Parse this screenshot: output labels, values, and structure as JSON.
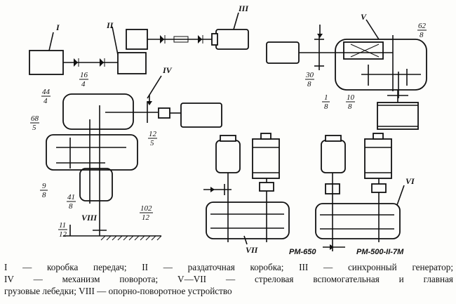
{
  "diagram": {
    "labels": {
      "unit_I": "I",
      "unit_II": "II",
      "unit_III": "III",
      "unit_IV": "IV",
      "unit_V": "V",
      "unit_VI": "VI",
      "unit_VII": "VII",
      "unit_VIII": "VIII",
      "f_16_4": [
        "16",
        "4"
      ],
      "f_44_4": [
        "44",
        "4"
      ],
      "f_68_5": [
        "68",
        "5"
      ],
      "f_12_5": [
        "12",
        "5"
      ],
      "f_9_8": [
        "9",
        "8"
      ],
      "f_41_8": [
        "41",
        "8"
      ],
      "f_102_12": [
        "102",
        "12"
      ],
      "f_11_12": [
        "11",
        "12"
      ],
      "f_62_8": [
        "62",
        "8"
      ],
      "f_30_8": [
        "30",
        "8"
      ],
      "f_1_8": [
        "1",
        "8"
      ],
      "f_10_8": [
        "10",
        "8"
      ],
      "model_pm650": "РМ-650",
      "model_pm500": "РМ-500-II-7М"
    }
  },
  "caption": {
    "line1": "I — коробка передач; II — раздаточная коробка; III — синхронный генератор;",
    "line2": "IV — механизм поворота; V—VII — стреловая вспомогательная и главная",
    "line3": "грузовые лебедки; VIII — опорно-поворотное устройство"
  }
}
